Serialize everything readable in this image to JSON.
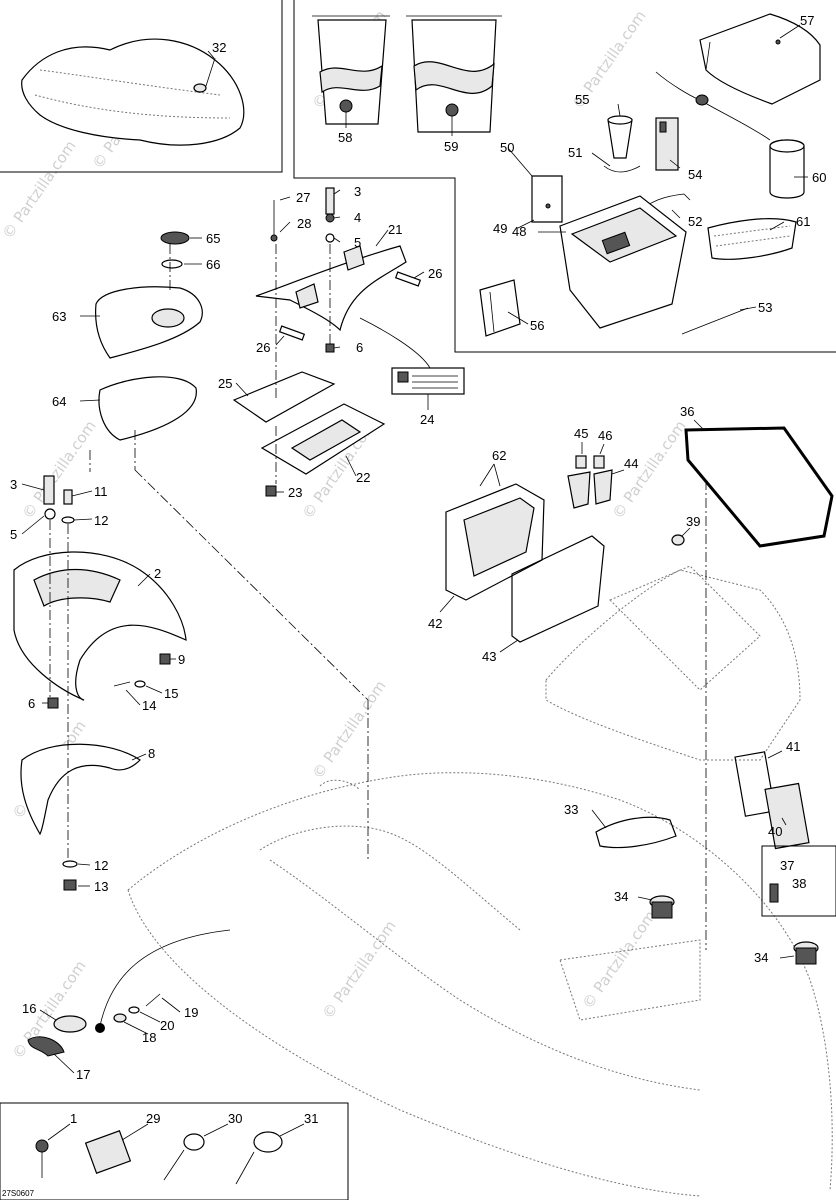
{
  "watermark": "© Partzilla.com",
  "figure_code": "27S0607",
  "labels": {
    "l1": "1",
    "l2": "2",
    "l3a": "3",
    "l3b": "3",
    "l4": "4",
    "l5a": "5",
    "l5b": "5",
    "l6a": "6",
    "l6b": "6",
    "l8": "8",
    "l9": "9",
    "l11": "11",
    "l12a": "12",
    "l12b": "12",
    "l13": "13",
    "l14": "14",
    "l15": "15",
    "l16": "16",
    "l17": "17",
    "l18": "18",
    "l19": "19",
    "l20": "20",
    "l21": "21",
    "l22": "22",
    "l23": "23",
    "l24": "24",
    "l25": "25",
    "l26a": "26",
    "l26b": "26",
    "l27": "27",
    "l28": "28",
    "l29": "29",
    "l30": "30",
    "l31": "31",
    "l32": "32",
    "l33": "33",
    "l34a": "34",
    "l34b": "34",
    "l36": "36",
    "l37": "37",
    "l38": "38",
    "l39": "39",
    "l40": "40",
    "l41": "41",
    "l42": "42",
    "l43": "43",
    "l44": "44",
    "l45": "45",
    "l46": "46",
    "l48": "48",
    "l49": "49",
    "l50": "50",
    "l51": "51",
    "l52": "52",
    "l53": "53",
    "l54": "54",
    "l55": "55",
    "l56": "56",
    "l57": "57",
    "l58": "58",
    "l59": "59",
    "l60": "60",
    "l61": "61",
    "l62": "62",
    "l63": "63",
    "l64": "64",
    "l65": "65",
    "l66": "66"
  }
}
